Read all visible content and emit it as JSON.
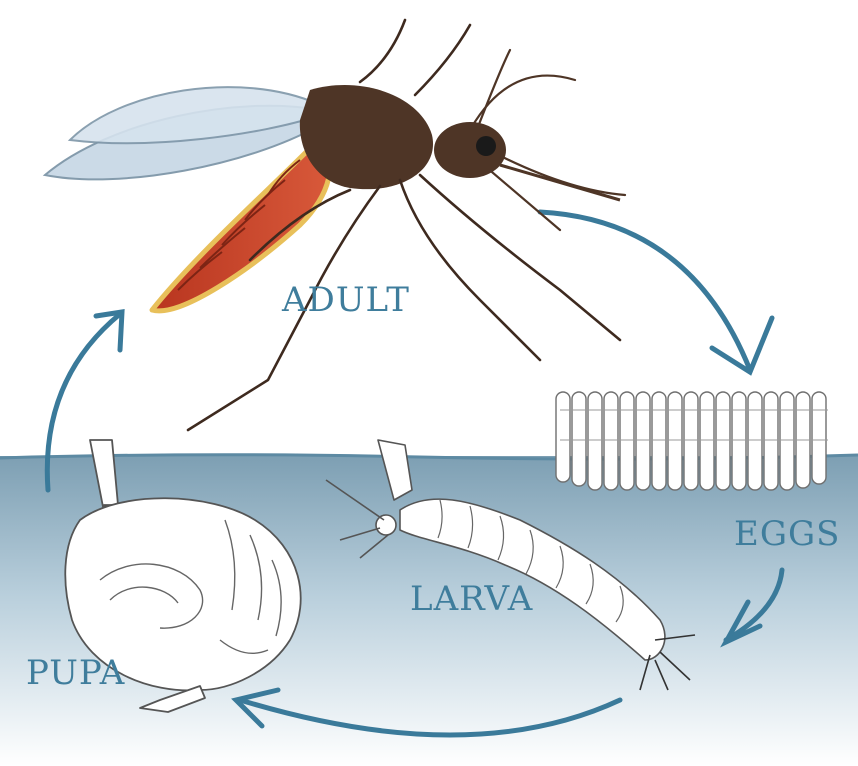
{
  "stages": {
    "adult": "ADULT",
    "eggs": "EGGS",
    "larva": "LARVA",
    "pupa": "PUPA"
  },
  "colors": {
    "arrow": "#3a7a9a",
    "label": "#3f7d9c",
    "water_top": "#7d9fb3",
    "water_bottom": "#ffffff",
    "body_brown": "#4e3526",
    "abdomen_red": "#c9452a",
    "abdomen_edge": "#e8c05a",
    "wing": "#c9d9e6"
  }
}
